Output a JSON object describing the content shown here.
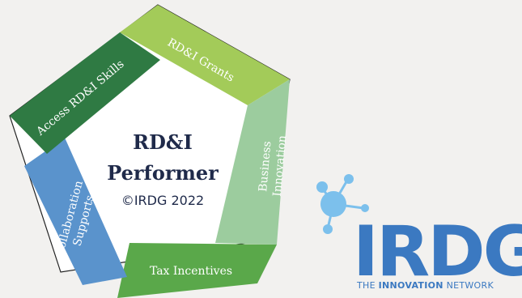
{
  "diagram": {
    "segments": [
      {
        "id": "grants",
        "label": "RD&I Grants",
        "color": "#a3cb59"
      },
      {
        "id": "business",
        "label_lines": [
          "Business",
          "Innovation"
        ],
        "color": "#9ccc9e"
      },
      {
        "id": "tax",
        "label": "Tax Incentives",
        "color": "#5aa84a"
      },
      {
        "id": "collab",
        "label_lines": [
          "Collaboration",
          "Supports"
        ],
        "color": "#5a93cc"
      },
      {
        "id": "skills",
        "label": "Access RD&I Skills",
        "color": "#2f7a43"
      }
    ],
    "center": {
      "title_line1": "RD&I",
      "title_line2": "Performer",
      "copyright": "©IRDG 2022"
    }
  },
  "logo": {
    "word": "IRDG",
    "tagline_prefix": "THE ",
    "tagline_strong": "INNOVATION",
    "tagline_suffix": " NETWORK",
    "colors": {
      "primary": "#3b79c1",
      "light": "#7cc0ec"
    }
  }
}
